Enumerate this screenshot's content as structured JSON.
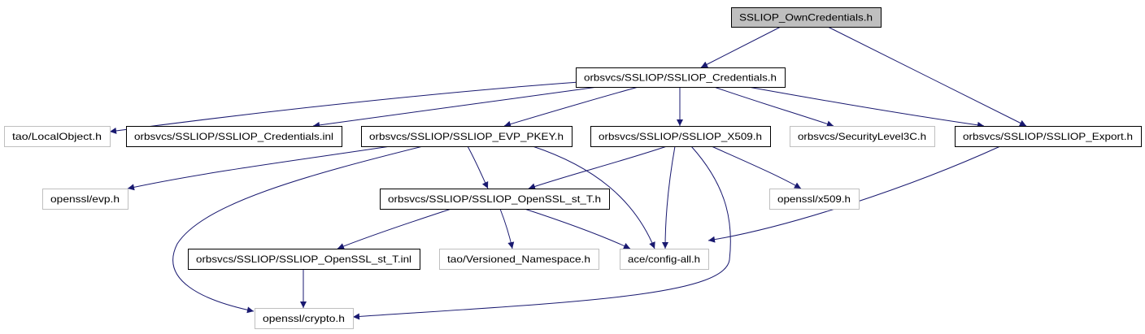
{
  "graph": {
    "edge_color": "#191970",
    "root_fill": "#bfbfbf",
    "missing_border": "#bfbfbf",
    "present_border": "#000000",
    "nodes": [
      {
        "id": "own",
        "label": "SSLIOP_OwnCredentials.h",
        "style": "root"
      },
      {
        "id": "cred",
        "label": "orbsvcs/SSLIOP/SSLIOP_Credentials.h",
        "style": "present"
      },
      {
        "id": "localobj",
        "label": "tao/LocalObject.h",
        "style": "missing"
      },
      {
        "id": "credinl",
        "label": "orbsvcs/SSLIOP/SSLIOP_Credentials.inl",
        "style": "present"
      },
      {
        "id": "evppkey",
        "label": "orbsvcs/SSLIOP/SSLIOP_EVP_PKEY.h",
        "style": "present"
      },
      {
        "id": "x509",
        "label": "orbsvcs/SSLIOP/SSLIOP_X509.h",
        "style": "present"
      },
      {
        "id": "sec3c",
        "label": "orbsvcs/SecurityLevel3C.h",
        "style": "missing"
      },
      {
        "id": "export",
        "label": "orbsvcs/SSLIOP/SSLIOP_Export.h",
        "style": "present"
      },
      {
        "id": "evp",
        "label": "openssl/evp.h",
        "style": "missing"
      },
      {
        "id": "stt",
        "label": "orbsvcs/SSLIOP/SSLIOP_OpenSSL_st_T.h",
        "style": "present"
      },
      {
        "id": "x509h",
        "label": "openssl/x509.h",
        "style": "missing"
      },
      {
        "id": "sttinl",
        "label": "orbsvcs/SSLIOP/SSLIOP_OpenSSL_st_T.inl",
        "style": "present"
      },
      {
        "id": "versioned",
        "label": "tao/Versioned_Namespace.h",
        "style": "missing"
      },
      {
        "id": "config",
        "label": "ace/config-all.h",
        "style": "missing"
      },
      {
        "id": "crypto",
        "label": "openssl/crypto.h",
        "style": "missing"
      }
    ],
    "edges": [
      {
        "from": "own",
        "to": "cred"
      },
      {
        "from": "own",
        "to": "export"
      },
      {
        "from": "cred",
        "to": "localobj"
      },
      {
        "from": "cred",
        "to": "credinl"
      },
      {
        "from": "cred",
        "to": "evppkey"
      },
      {
        "from": "cred",
        "to": "x509"
      },
      {
        "from": "cred",
        "to": "sec3c"
      },
      {
        "from": "cred",
        "to": "export"
      },
      {
        "from": "evppkey",
        "to": "evp"
      },
      {
        "from": "evppkey",
        "to": "stt"
      },
      {
        "from": "evppkey",
        "to": "crypto"
      },
      {
        "from": "evppkey",
        "to": "config"
      },
      {
        "from": "x509",
        "to": "stt"
      },
      {
        "from": "x509",
        "to": "config"
      },
      {
        "from": "x509",
        "to": "x509h"
      },
      {
        "from": "x509",
        "to": "crypto"
      },
      {
        "from": "export",
        "to": "config"
      },
      {
        "from": "stt",
        "to": "sttinl"
      },
      {
        "from": "stt",
        "to": "versioned"
      },
      {
        "from": "stt",
        "to": "config"
      },
      {
        "from": "sttinl",
        "to": "crypto"
      }
    ]
  }
}
